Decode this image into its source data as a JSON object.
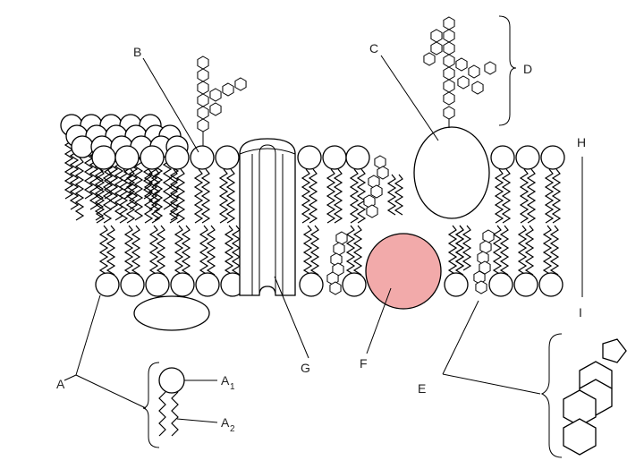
{
  "labels": {
    "A": "A",
    "A1": "A",
    "A1_sub": "1",
    "A2": "A",
    "A2_sub": "2",
    "B": "B",
    "C": "C",
    "D": "D",
    "E": "E",
    "F": "F",
    "G": "G",
    "H": "H",
    "I": "I"
  },
  "colors": {
    "outline": "#000000",
    "peripheral_protein_fill": "#f2aaaa",
    "background": "#ffffff"
  }
}
